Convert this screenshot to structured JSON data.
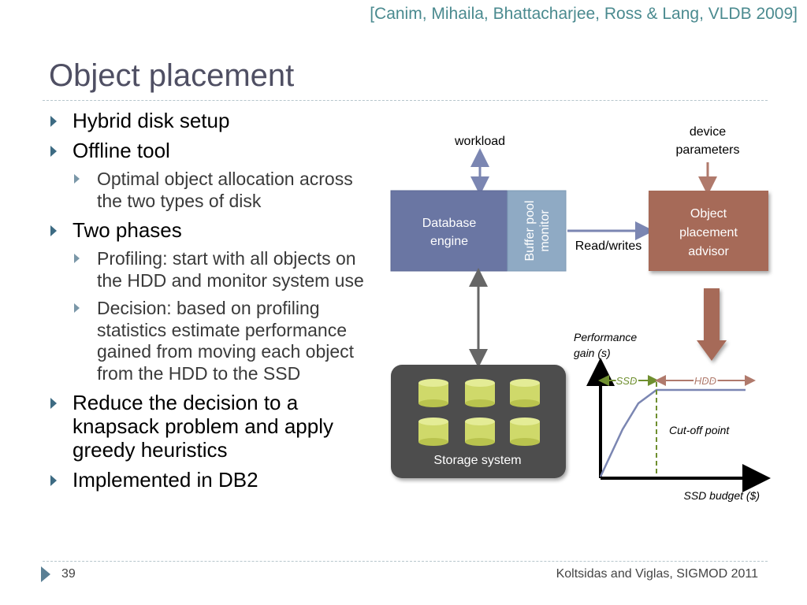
{
  "citation": "[Canim, Mihaila, Bhattacharjee, Ross & Lang, VLDB 2009]",
  "title": "Object placement",
  "bullets": {
    "b1": "Hybrid disk setup",
    "b2": "Offline tool",
    "b2_sub1": "Optimal object allocation across the two types of disk",
    "b3": "Two phases",
    "b3_sub1": "Profiling: start with all objects on the HDD and monitor system use",
    "b3_sub2": "Decision: based on profiling statistics estimate performance gained from moving each object from the HDD to the SSD",
    "b4": "Reduce the decision to a knapsack problem and apply greedy heuristics",
    "b5": "Implemented in DB2"
  },
  "diagram": {
    "workload": "workload",
    "device_line1": "device",
    "device_line2": "parameters",
    "db_engine_line1": "Database",
    "db_engine_line2": "engine",
    "buffer_line1": "Buffer pool",
    "buffer_line2": "monitor",
    "read_writes": "Read/writes",
    "advisor_line1": "Object",
    "advisor_line2": "placement",
    "advisor_line3": "advisor",
    "storage": "Storage system",
    "perf_line1": "Performance",
    "perf_line2": "gain (s)",
    "ssd": "SSD",
    "hdd": "HDD",
    "cutoff": "Cut-off point",
    "budget": "SSD budget ($)"
  },
  "colors": {
    "engine": "#6a76a3",
    "buffer": "#8faac4",
    "advisor": "#a66a58",
    "storage": "#4d4d4d",
    "cylinder": "#cfd96a",
    "ssd_green": "#6f8f2f",
    "hdd_brown": "#b07a6c"
  },
  "footer": {
    "page": "39",
    "credit": "Koltsidas and Viglas, SIGMOD 2011"
  }
}
